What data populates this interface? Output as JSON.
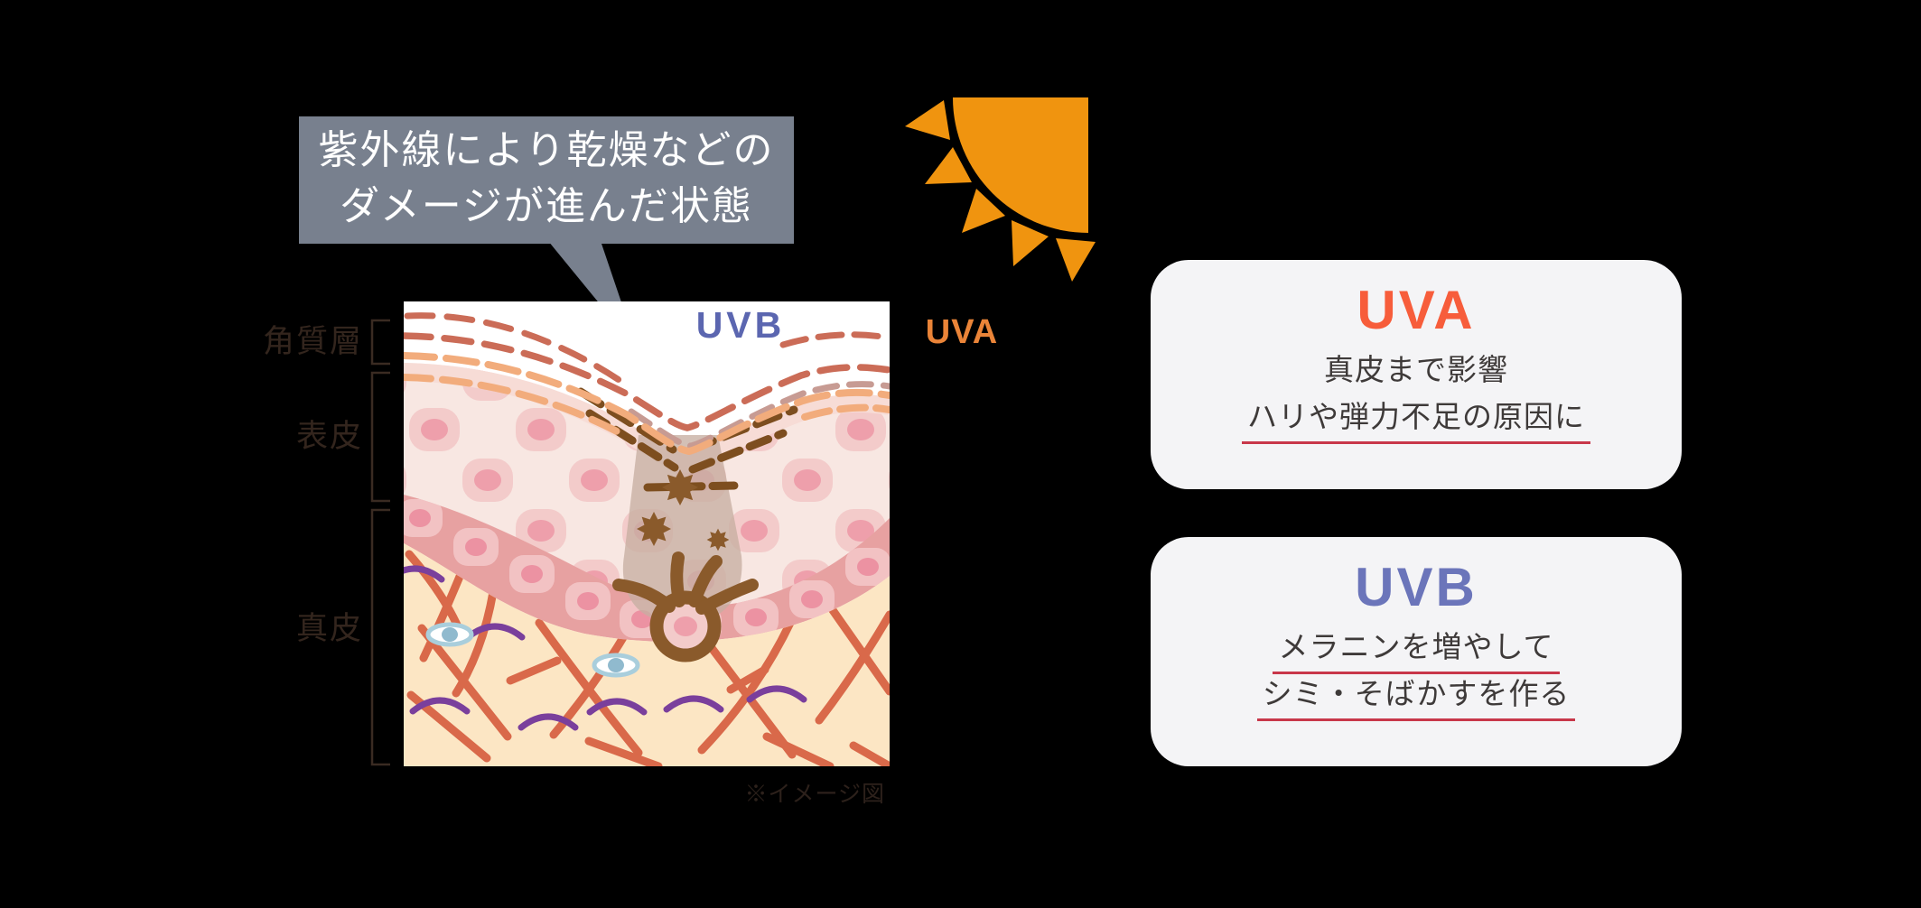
{
  "page": {
    "background_color": "#000000"
  },
  "bubble": {
    "text_line1": "紫外線により乾燥などの",
    "text_line2": "ダメージが進んだ状態",
    "bg_color": "#78808E",
    "text_color": "#FFFFFF"
  },
  "sun": {
    "color": "#F0940F"
  },
  "figure": {
    "caption": "※イメージ図",
    "uvb_label": {
      "text": "UVB",
      "color": "#5B66B0"
    },
    "uva_label": {
      "text": "UVA",
      "color": "#EA8438"
    },
    "layers": [
      {
        "label": "角質層"
      },
      {
        "label": "表皮"
      },
      {
        "label": "真皮"
      }
    ]
  },
  "cards": {
    "bg_color": "#F4F4F6",
    "text_color": "#3E3A39",
    "underline_color": "#C8374A",
    "uva": {
      "title": "UVA",
      "title_color": "#F75D3B",
      "line1": "真皮まで影響",
      "line2": "ハリや弾力不足の原因に",
      "underlined_lines": [
        "line2"
      ]
    },
    "uvb": {
      "title": "UVB",
      "title_color": "#6B75BA",
      "line1": "メラニンを増やして",
      "line2": "シミ・そばかすを作る",
      "underlined_lines": [
        "line1",
        "line2"
      ]
    }
  }
}
